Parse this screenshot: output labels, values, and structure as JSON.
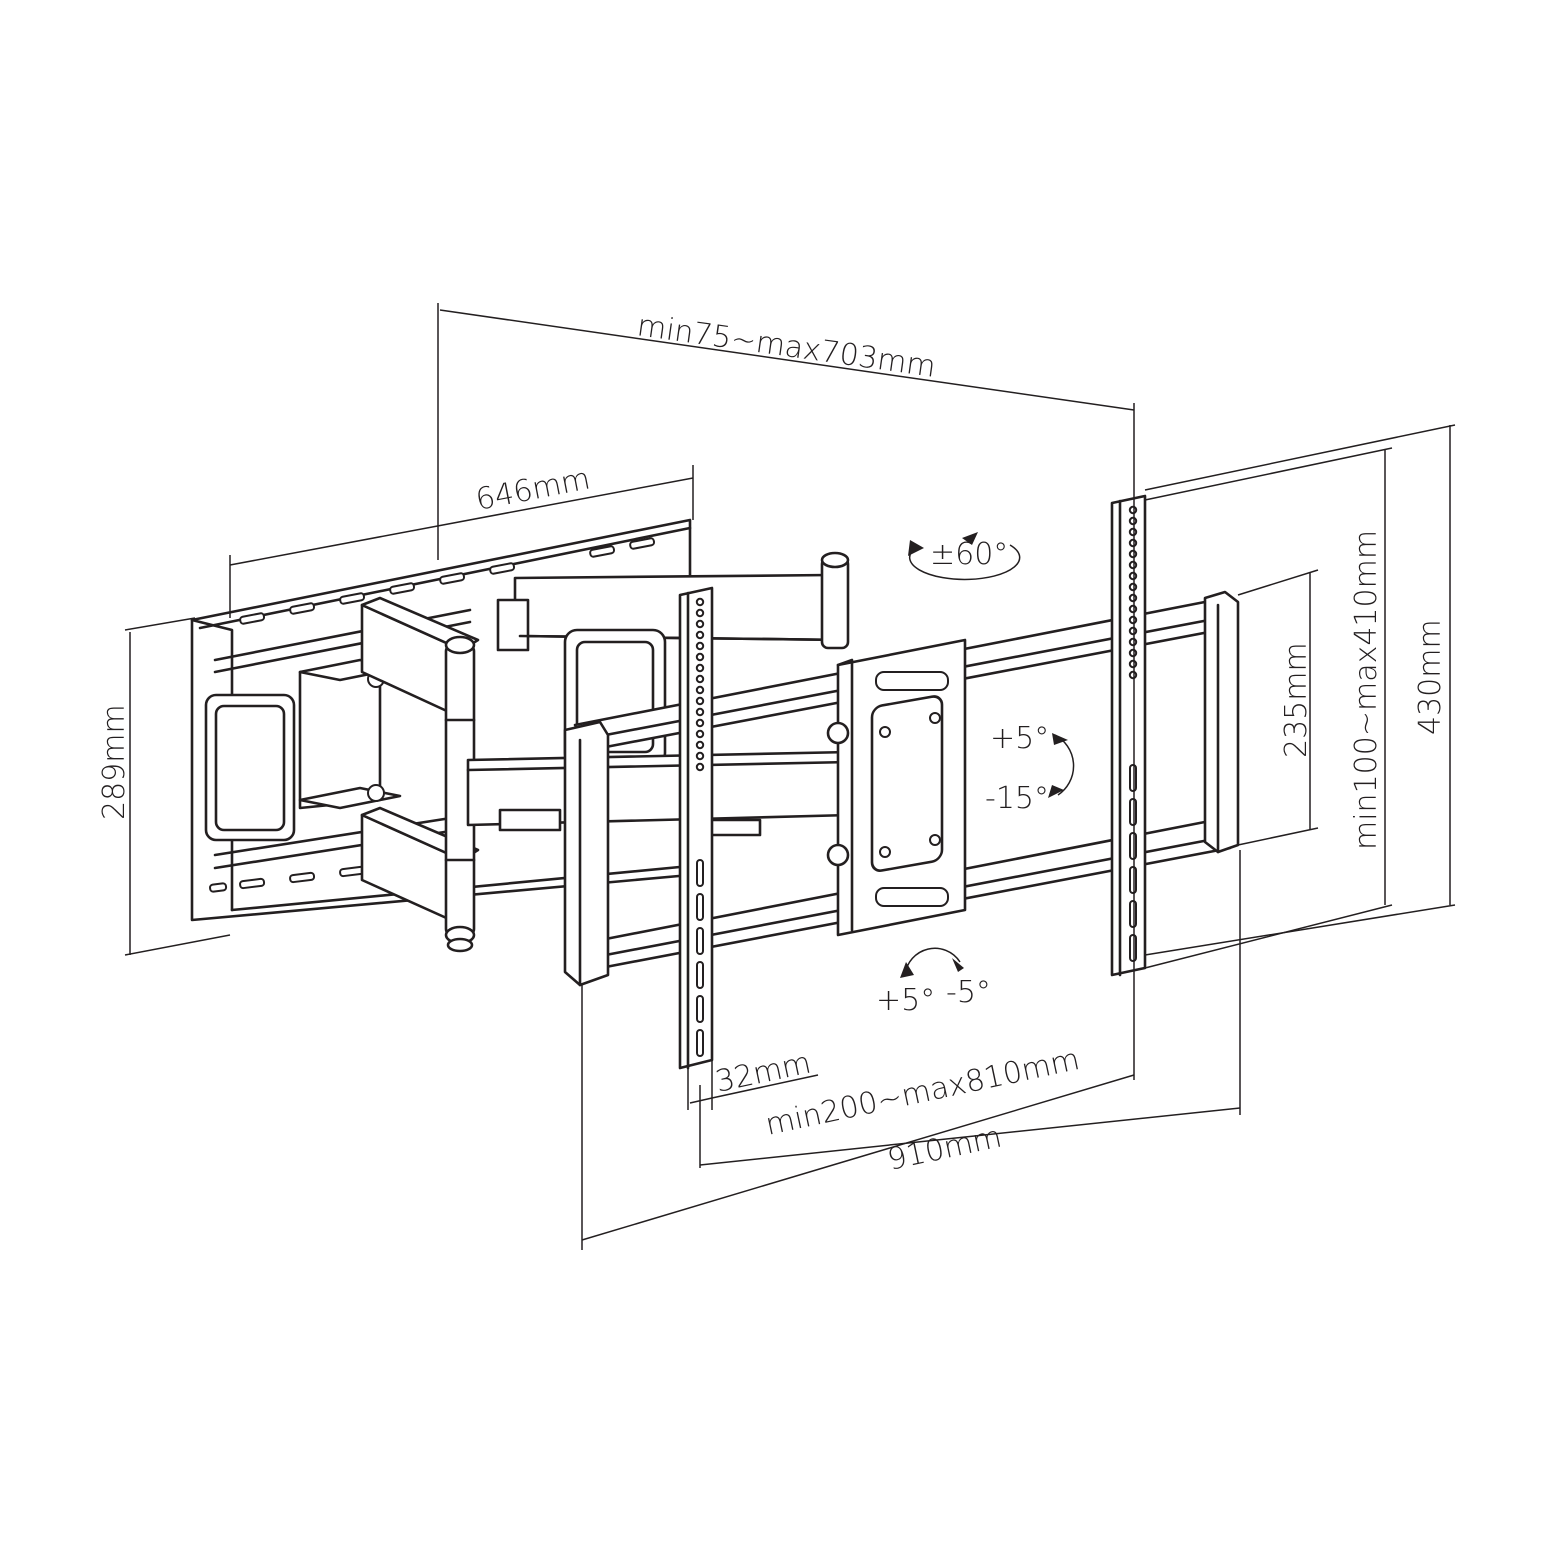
{
  "dimensions": {
    "arm_extension": "min75~max703mm",
    "wall_plate_width": "646mm",
    "wall_plate_height": "289mm",
    "rail_height": "235mm",
    "vesa_vertical": "min100~max410mm",
    "overall_height": "430mm",
    "arm_width": "32mm",
    "vesa_horizontal": "min200~max810mm",
    "overall_width": "910mm"
  },
  "angles": {
    "swivel": "±60°",
    "tilt_up": "+5°",
    "tilt_down": "-15°",
    "rotation_plus": "+5°",
    "rotation_minus": "-5°"
  },
  "colors": {
    "line": "#231f20",
    "background": "#ffffff"
  }
}
